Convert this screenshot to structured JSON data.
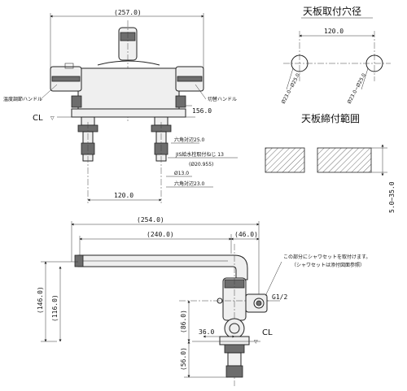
{
  "top_view": {
    "width_total": "(257.0)",
    "dim_156": "156.0",
    "dim_120": "120.0",
    "label_temp_handle": "温度調節ハンドル",
    "label_switch_handle": "切替ハンドル",
    "label_cl": "CL",
    "note_hex_25": "六角対辺25.0",
    "note_jis": "JIS給水栓取付ねじ 13",
    "note_jis_dia": "(Ø20.955)",
    "note_dia13": "Ø13.0",
    "note_hex_23": "六角対辺23.0"
  },
  "hole_detail": {
    "title": "天板取付穴径",
    "spacing": "120.0",
    "dia_left": "Ø23.0~Ø25.0",
    "dia_right": "Ø23.0~Ø25.0"
  },
  "clamp_detail": {
    "title": "天板締付範囲",
    "range": "5.0~35.0"
  },
  "side_view": {
    "dim_254": "(254.0)",
    "dim_240": "(240.0)",
    "dim_46": "(46.0)",
    "dim_146": "(146.0)",
    "dim_116": "(116.0)",
    "dim_86": "(86.0)",
    "dim_36": "36.0",
    "dim_56": "(56.0)",
    "label_g12": "G1/2",
    "label_cl": "CL",
    "note_1": "この部分にシャワセットを取付けます。",
    "note_2": "（シャワセットは添付図面参照）"
  }
}
